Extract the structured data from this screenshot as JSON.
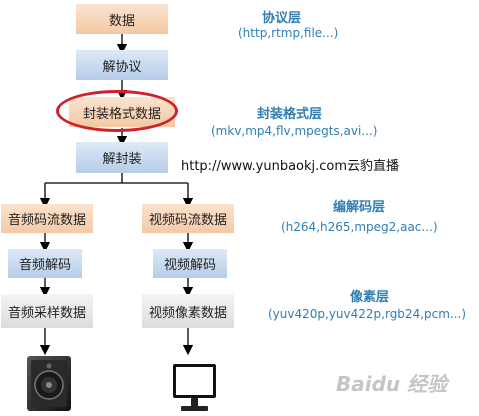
{
  "flow": {
    "data": "数据",
    "protocol_decode": "解协议",
    "container_data": "封装格式数据",
    "demux": "解封装",
    "audio_stream": "音频码流数据",
    "video_stream": "视频码流数据",
    "audio_decode": "音频解码",
    "video_decode": "视频解码",
    "audio_samples": "音频采样数据",
    "video_pixels": "视频像素数据"
  },
  "layers": {
    "protocol": {
      "title": "协议层",
      "sub": "(http,rtmp,file...)"
    },
    "container": {
      "title": "封装格式层",
      "sub": "(mkv,mp4,flv,mpegts,avi...)"
    },
    "codec": {
      "title": "编解码层",
      "sub": "(h264,h265,mpeg2,aac...)"
    },
    "pixel": {
      "title": "像素层",
      "sub": "(yuv420p,yuv422p,rgb24,pcm...)"
    }
  },
  "note": "http://www.yunbaokj.com云豹直播",
  "watermark": "Baidu 经验",
  "colors": {
    "orange_box": "#f4c9a4",
    "blue_box": "#b6cde8",
    "layer_text": "#2f7fb5",
    "highlight_ring": "#d0212b"
  },
  "icons": [
    "speaker-icon",
    "monitor-icon"
  ]
}
